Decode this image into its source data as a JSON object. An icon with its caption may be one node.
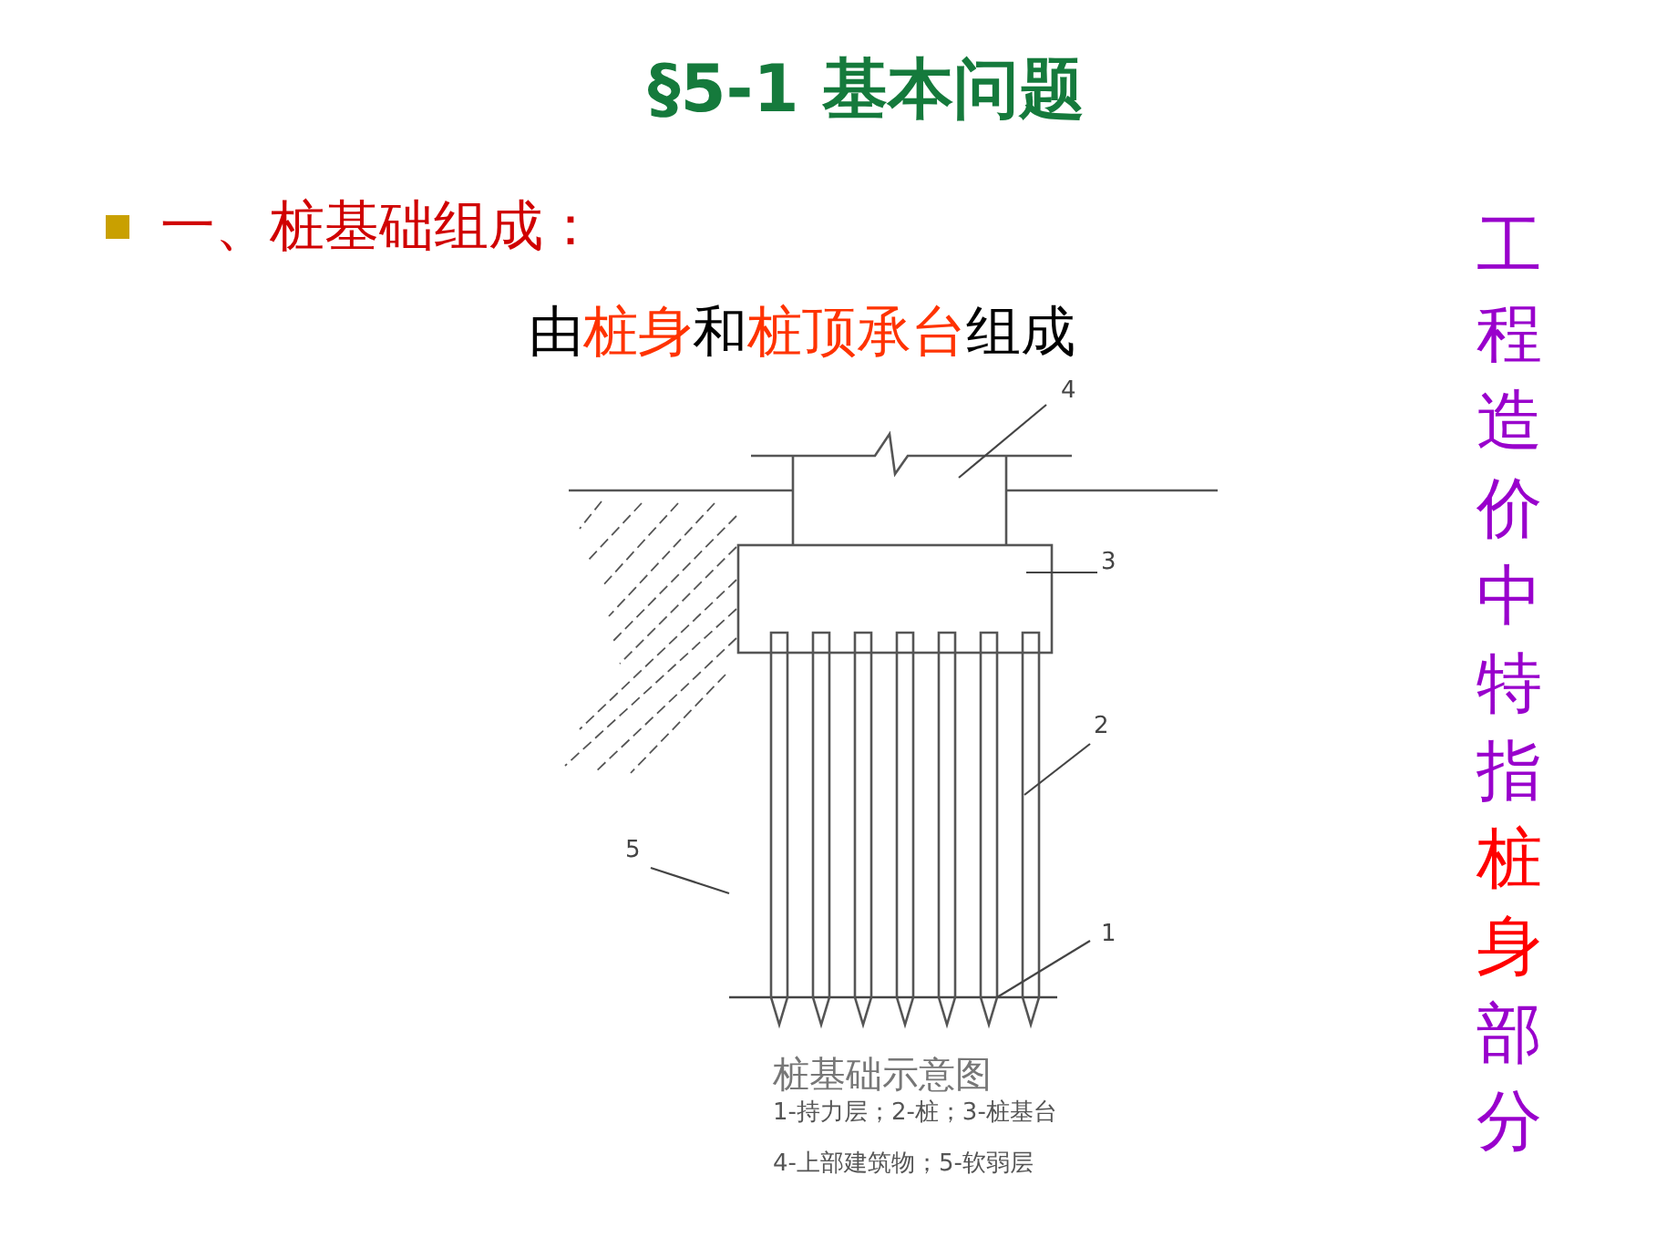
{
  "diagram": {
    "title": "§5-1 基本问题",
    "caption": "桩基础示意图",
    "nodes": [
      {
        "text": [
          "4"
        ]
      },
      {
        "text": [],
        "shape": "box"
      },
      {
        "text": [
          "3"
        ]
      },
      {
        "text": [],
        "shape": "box"
      },
      {
        "text": [
          "2"
        ]
      },
      {
        "text": [],
        "shape": "bar"
      },
      {
        "text": [
          "5"
        ]
      },
      {
        "text": [
          "1"
        ]
      }
    ],
    "edges": [
      {
        "from": 0,
        "to": 1,
        "arrow": "none"
      },
      {
        "from": 2,
        "to": 3,
        "arrow": "none"
      },
      {
        "from": 4,
        "to": 5,
        "arrow": "none"
      },
      {
        "from": 6,
        "to": null,
        "arrow": "none"
      },
      {
        "from": 7,
        "to": null,
        "arrow": "none"
      }
    ],
    "labels": [
      "一、桩基础组成：",
      "由**桩身**和**桩顶承台**组成",
      "工程造价中特指**桩身**部分",
      "1-持力层；2-桩；3-桩基台",
      "4-上部建筑物；5-软弱层"
    ]
  }
}
